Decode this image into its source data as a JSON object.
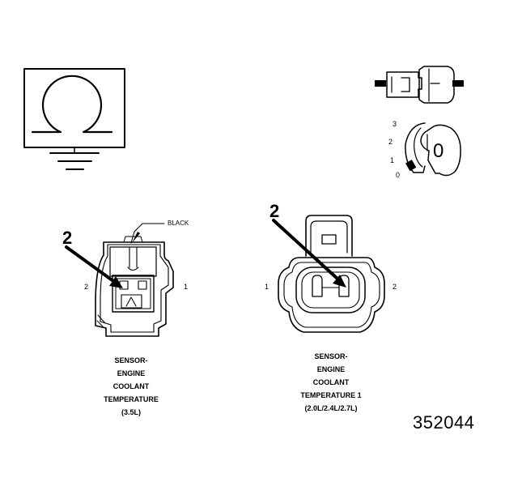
{
  "legend": {
    "position_labels": [
      "3",
      "2",
      "1",
      "0"
    ],
    "key_glyph": "0"
  },
  "connector_left": {
    "callout": "2",
    "color_tag": "BLACK",
    "pin_left": "2",
    "pin_right": "1",
    "caption": [
      "SENSOR-",
      "ENGINE",
      "COOLANT",
      "TEMPERATURE",
      "(3.5L)"
    ]
  },
  "connector_right": {
    "callout": "2",
    "pin_left": "1",
    "pin_right": "2",
    "caption": [
      "SENSOR-",
      "ENGINE",
      "COOLANT",
      "TEMPERATURE 1",
      "(2.0L/2.4L/2.7L)"
    ]
  },
  "figure_number": "352044"
}
